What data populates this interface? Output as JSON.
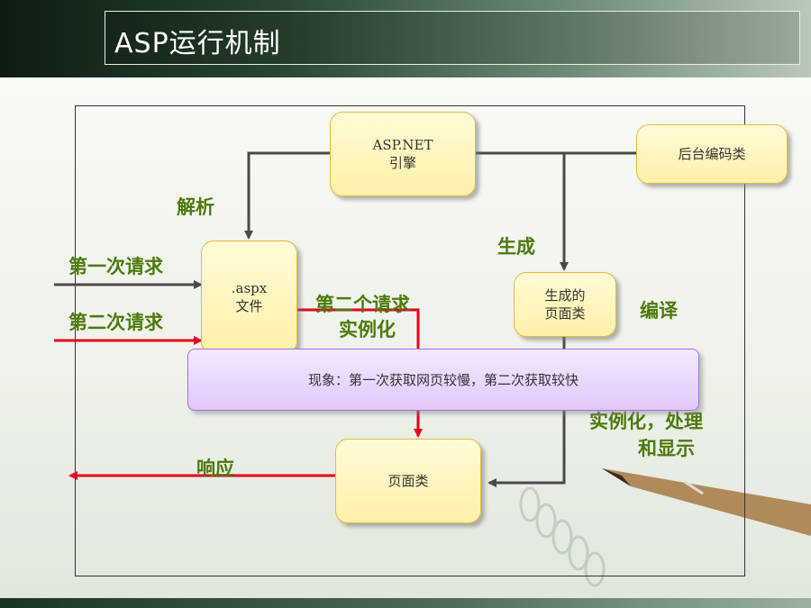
{
  "slide": {
    "title": "ASP运行机制"
  },
  "boxes": {
    "engine_line1": "ASP.NET",
    "engine_line2": "引擎",
    "codebehind": "后台编码类",
    "aspx_line1": ".aspx",
    "aspx_line2": "文件",
    "generated_line1": "生成的",
    "generated_line2": "页面类",
    "page_class": "页面类"
  },
  "labels": {
    "parse": "解析",
    "generate": "生成",
    "first_request": "第一次请求",
    "second_request": "第二次请求",
    "second_request_line1": "第二个请求",
    "instantiate": "实例化",
    "compile": "编译",
    "instantiate_process_line1": "实例化，处理",
    "instantiate_process_line2": "和显示",
    "respond": "响应"
  },
  "note": {
    "text": "现象：第一次获取网页较慢，第二次获取较快"
  },
  "colors": {
    "label_green": "#4c7a0c",
    "arrow_gray": "#4a4a4a",
    "arrow_red": "#e8001c",
    "box_border": "#e6b93a",
    "note_border": "#a56ce6"
  }
}
